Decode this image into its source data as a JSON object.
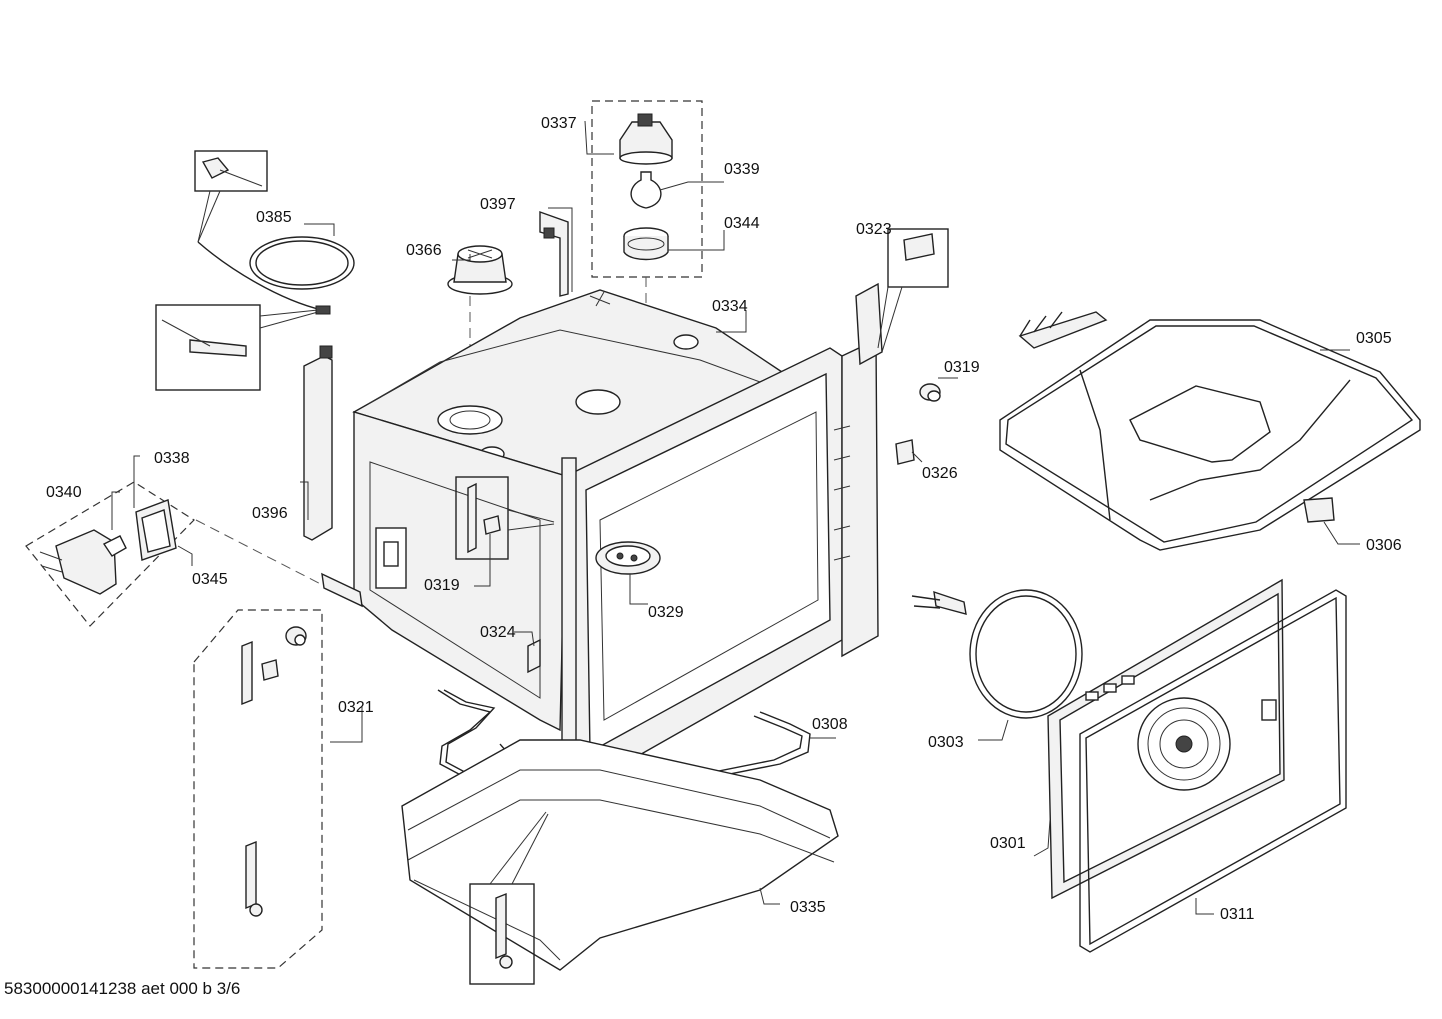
{
  "parts": [
    {
      "id": "p0337",
      "number": "0337"
    },
    {
      "id": "p0339",
      "number": "0339"
    },
    {
      "id": "p0344",
      "number": "0344"
    },
    {
      "id": "p0397",
      "number": "0397"
    },
    {
      "id": "p0385",
      "number": "0385"
    },
    {
      "id": "p0366",
      "number": "0366"
    },
    {
      "id": "p0334",
      "number": "0334"
    },
    {
      "id": "p0323",
      "number": "0323"
    },
    {
      "id": "p0305",
      "number": "0305"
    },
    {
      "id": "p0319a",
      "number": "0319"
    },
    {
      "id": "p0326",
      "number": "0326"
    },
    {
      "id": "p0338",
      "number": "0338"
    },
    {
      "id": "p0340",
      "number": "0340"
    },
    {
      "id": "p0396",
      "number": "0396"
    },
    {
      "id": "p0345",
      "number": "0345"
    },
    {
      "id": "p0319b",
      "number": "0319"
    },
    {
      "id": "p0306",
      "number": "0306"
    },
    {
      "id": "p0329",
      "number": "0329"
    },
    {
      "id": "p0324",
      "number": "0324"
    },
    {
      "id": "p0321",
      "number": "0321"
    },
    {
      "id": "p0308",
      "number": "0308"
    },
    {
      "id": "p0303",
      "number": "0303"
    },
    {
      "id": "p0301",
      "number": "0301"
    },
    {
      "id": "p0335",
      "number": "0335"
    },
    {
      "id": "p0311",
      "number": "0311"
    }
  ],
  "footer": "58300000141238 aet 000 b 3/6"
}
